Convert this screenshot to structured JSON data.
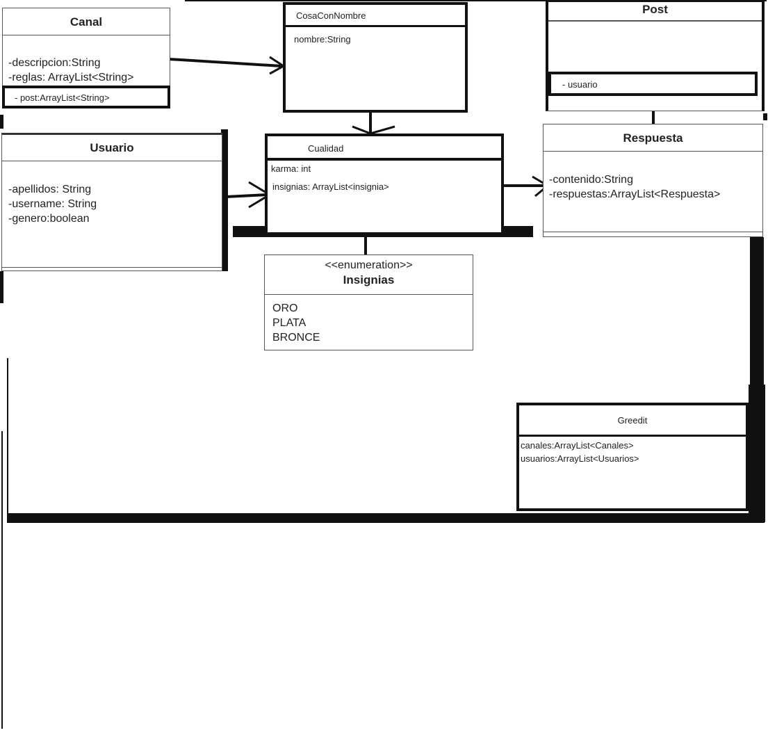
{
  "classes": {
    "canal": {
      "name": "Canal",
      "attributes": [
        "-descripcion:String",
        "-reglas: ArrayList<String>"
      ],
      "extra_attribute": "- post:ArrayList<String>"
    },
    "cosa_con_nombre": {
      "name": "CosaConNombre",
      "attributes": [
        "nombre:String"
      ]
    },
    "post": {
      "name": "Post",
      "attributes": [
        "- usuario"
      ]
    },
    "usuario": {
      "name": "Usuario",
      "attributes": [
        "-apellidos: String",
        "-username: String",
        "-genero:boolean"
      ]
    },
    "cualidad": {
      "name": "Cualidad",
      "attributes": [
        "karma: int",
        "insignias: ArrayList<insignia>"
      ]
    },
    "respuesta": {
      "name": "Respuesta",
      "attributes": [
        "-contenido:String",
        "-respuestas:ArrayList<Respuesta>"
      ]
    },
    "insignias": {
      "stereotype": "<<enumeration>>",
      "name": "Insignias",
      "values": [
        "ORO",
        "PLATA",
        "BRONCE"
      ]
    },
    "greedit": {
      "name": "Greedit",
      "attributes": [
        "canales:ArrayList<Canales>",
        "usuarios:ArrayList<Usuarios>"
      ]
    }
  }
}
